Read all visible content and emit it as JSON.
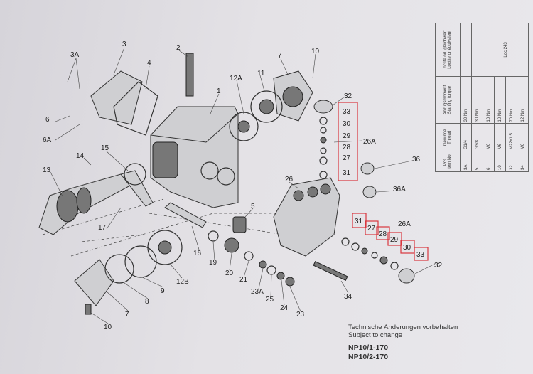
{
  "torque_table": {
    "headers": [
      "Pos. Item No.",
      "Gewinde Thread",
      "Anzugsmoment Starting torque",
      "Loctite od. gleichwert. Loctite or equivalent"
    ],
    "rows": [
      {
        "item": "3A",
        "thread": "G1/4",
        "torque": "30 Nm"
      },
      {
        "item": "5",
        "thread": "G3/8",
        "torque": "30 Nm"
      },
      {
        "item": "6",
        "thread": "M6",
        "torque": "10 Nm"
      },
      {
        "item": "10",
        "thread": "M6",
        "torque": "10 Nm"
      },
      {
        "item": "32",
        "thread": "M22x1.5",
        "torque": "70 Nm"
      },
      {
        "item": "34",
        "thread": "M6",
        "torque": "12 Nm"
      }
    ],
    "loctite": "Loc 243"
  },
  "callouts": {
    "c3A": "3A",
    "c3": "3",
    "c2": "2",
    "c4": "4",
    "c7a": "7",
    "c10a": "10",
    "c12A": "12A",
    "c11": "11",
    "c1": "1",
    "c32a": "32",
    "c6": "6",
    "c6A": "6A",
    "c14": "14",
    "c15": "15",
    "c13": "13",
    "c26Aa": "26A",
    "c36": "36",
    "c36A": "36A",
    "c26": "26",
    "c5": "5",
    "c17": "17",
    "c16": "16",
    "c19": "19",
    "c20": "20",
    "c21": "21",
    "c23A": "23A",
    "c25": "25",
    "c24": "24",
    "c23": "23",
    "c34": "34",
    "c12B": "12B",
    "c9": "9",
    "c8": "8",
    "c7b": "7",
    "c10b": "10",
    "c32b": "32",
    "c26Ab": "26A"
  },
  "valve_upper": [
    "33",
    "30",
    "29",
    "28",
    "27",
    "31"
  ],
  "valve_lower": [
    "31",
    "27",
    "28",
    "29",
    "30",
    "33"
  ],
  "footer": {
    "note_de": "Technische Änderungen vorbehalten",
    "note_en": "Subject to change",
    "model1": "NP10/1-170",
    "model2": "NP10/2-170"
  }
}
